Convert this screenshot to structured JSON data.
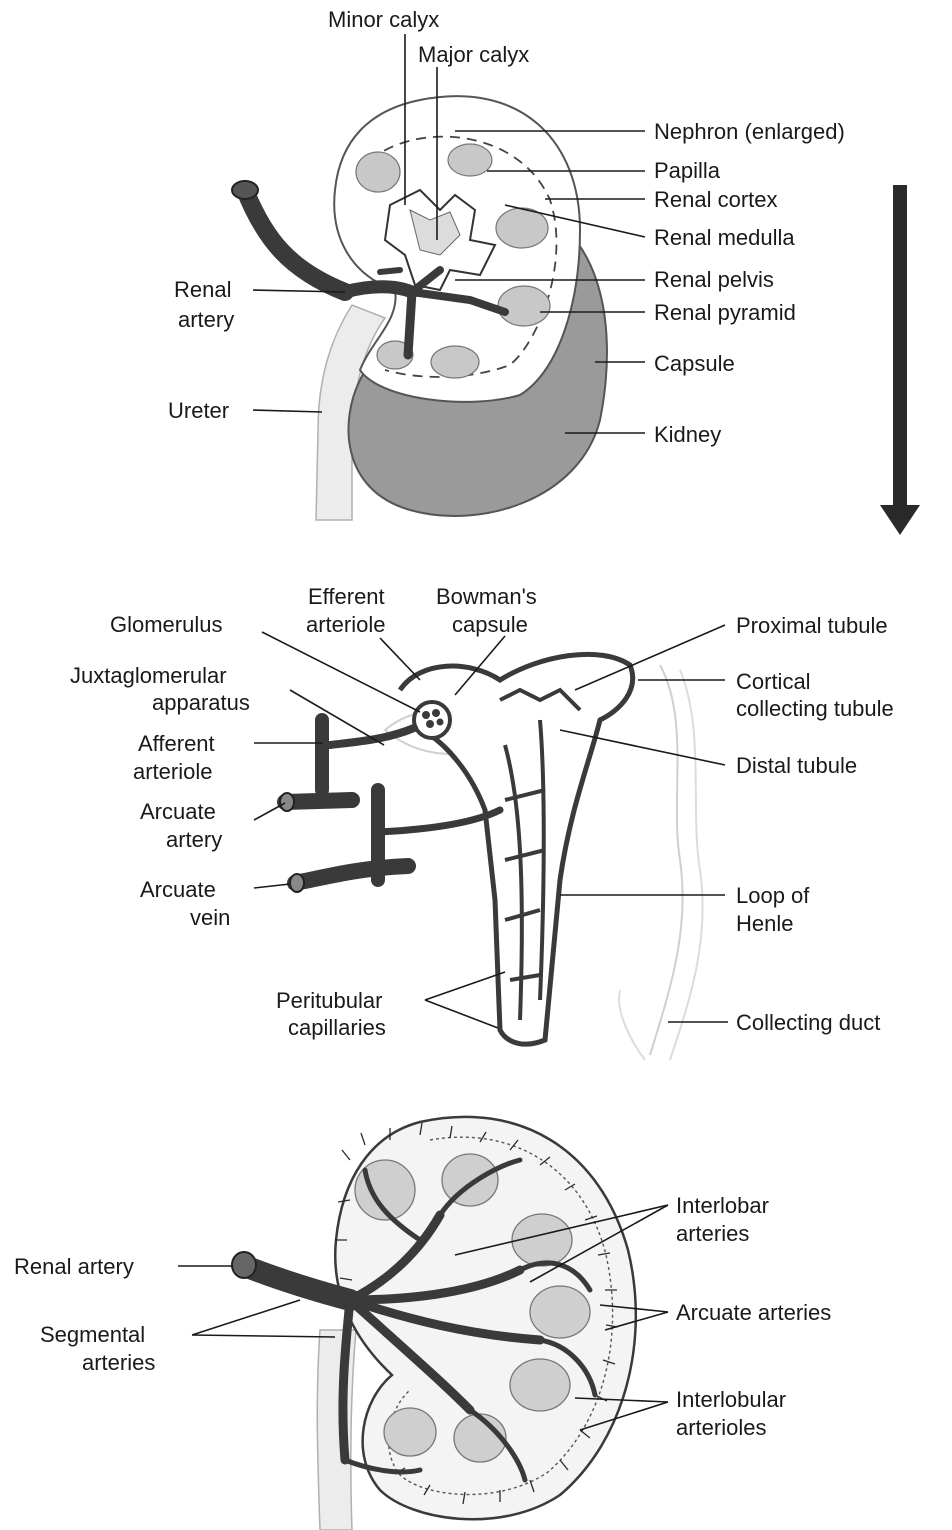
{
  "panels": {
    "kidney": {
      "labels": {
        "minor_calyx": "Minor calyx",
        "major_calyx": "Major calyx",
        "nephron_enlarged": "Nephron (enlarged)",
        "papilla": "Papilla",
        "renal_cortex": "Renal cortex",
        "renal_medulla": "Renal medulla",
        "renal_pelvis": "Renal pelvis",
        "renal_pyramid": "Renal pyramid",
        "capsule": "Capsule",
        "kidney": "Kidney",
        "renal_artery_line1": "Renal",
        "renal_artery_line2": "artery",
        "ureter": "Ureter"
      }
    },
    "nephron": {
      "labels": {
        "efferent_line1": "Efferent",
        "efferent_line2": "arteriole",
        "bowmans_line1": "Bowman's",
        "bowmans_line2": "capsule",
        "glomerulus": "Glomerulus",
        "juxta_line1": "Juxtaglomerular",
        "juxta_line2": "apparatus",
        "afferent_line1": "Afferent",
        "afferent_line2": "arteriole",
        "arcuate_artery_line1": "Arcuate",
        "arcuate_artery_line2": "artery",
        "arcuate_vein_line1": "Arcuate",
        "arcuate_vein_line2": "vein",
        "proximal_tubule": "Proximal tubule",
        "cortical_line1": "Cortical",
        "cortical_line2": "collecting tubule",
        "distal_tubule": "Distal tubule",
        "loop_line1": "Loop of",
        "loop_line2": "Henle",
        "peritubular_line1": "Peritubular",
        "peritubular_line2": "capillaries",
        "collecting_duct": "Collecting duct"
      }
    },
    "vasculature": {
      "labels": {
        "renal_artery": "Renal artery",
        "segmental_line1": "Segmental",
        "segmental_line2": "arteries",
        "interlobar_line1": "Interlobar",
        "interlobar_line2": "arteries",
        "arcuate_arteries": "Arcuate arteries",
        "interlobular_line1": "Interlobular",
        "interlobular_line2": "arterioles"
      }
    }
  },
  "colors": {
    "vessel_dark": "#3a3a3a",
    "kidney_fill": "#9a9a9a",
    "pyramid_fill": "#c8c8c8",
    "ureter_fill": "#ececec"
  },
  "icons": {
    "flow_arrow": "down-arrow"
  }
}
